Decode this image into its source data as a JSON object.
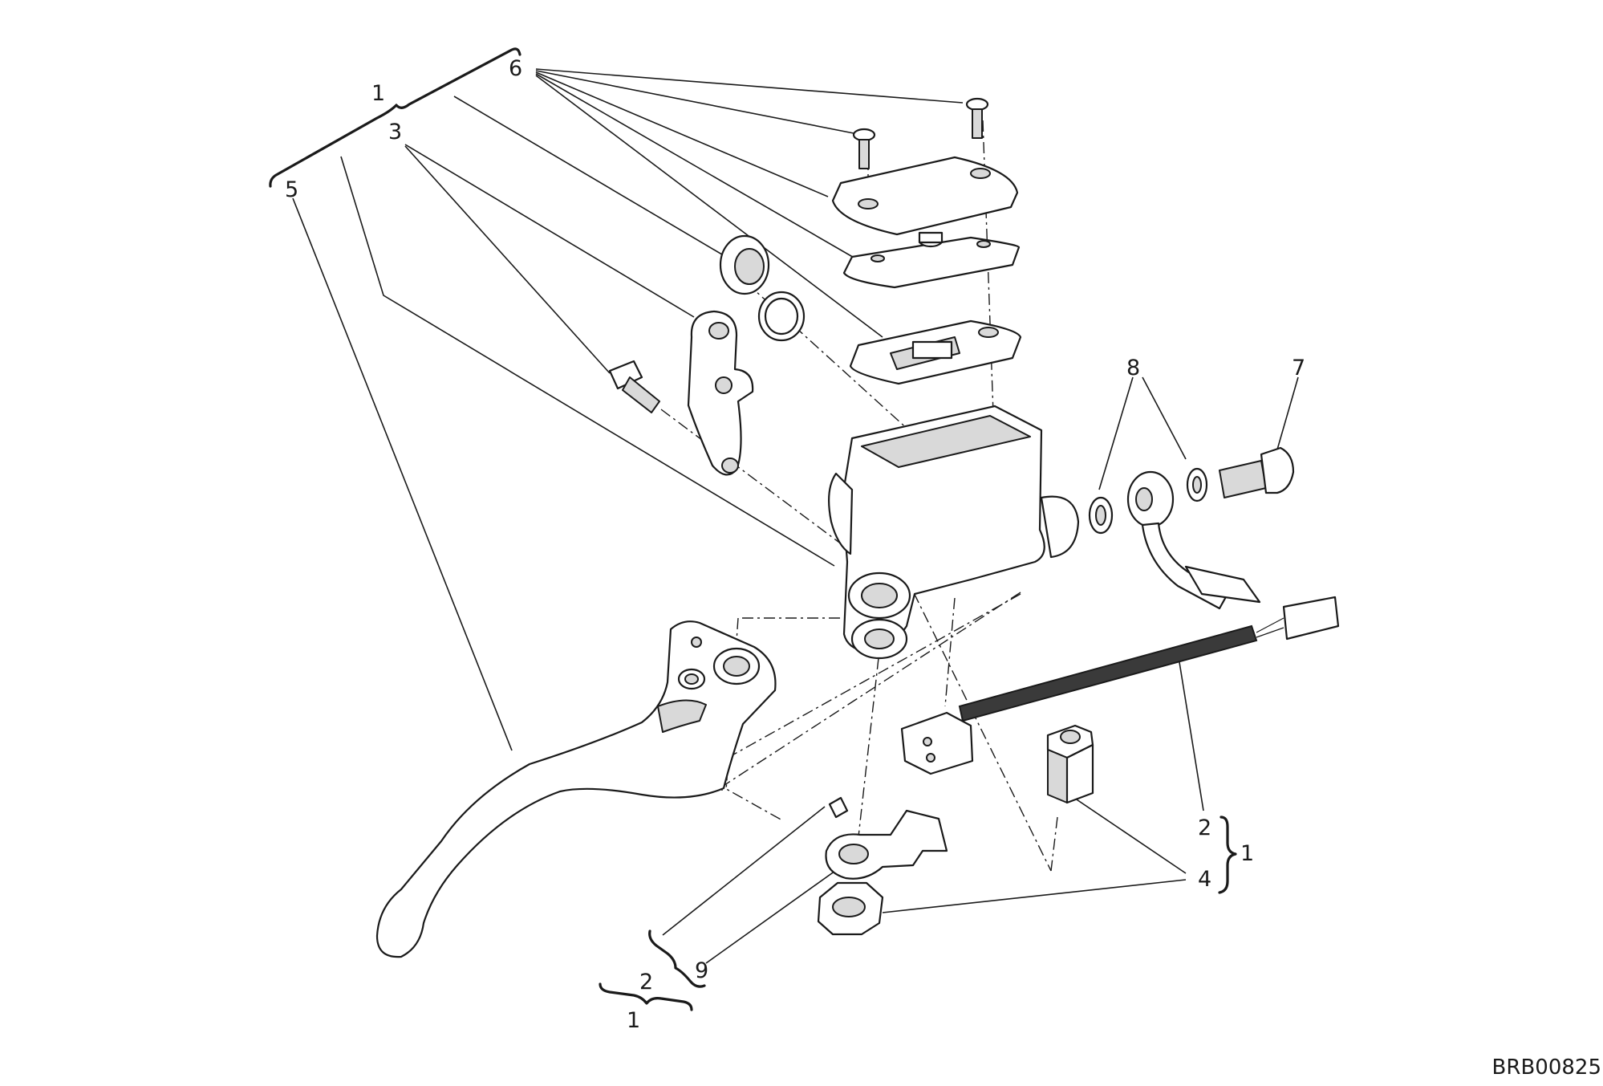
{
  "drawing_code": "BRB00825",
  "callouts": {
    "c1_top": "1",
    "c3": "3",
    "c5": "5",
    "c6": "6",
    "c8": "8",
    "c7": "7",
    "c2_right": "2",
    "c1_right": "1",
    "c4": "4",
    "c9": "9",
    "c2_bottom": "2",
    "c1_bottom": "1"
  },
  "icons": [
    "brake-lever-part",
    "master-cylinder-part",
    "reservoir-cap-part",
    "brake-light-switch-part",
    "banjo-bolt-part",
    "hose-fitting-part"
  ]
}
